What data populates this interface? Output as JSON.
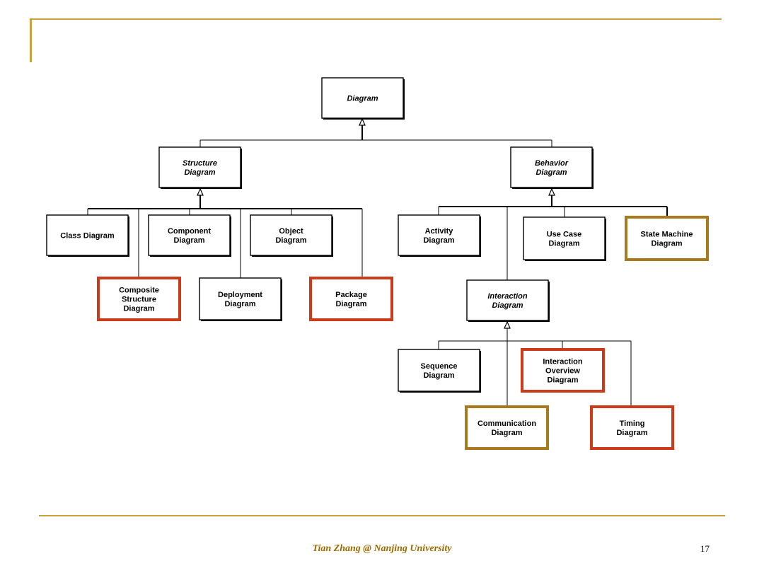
{
  "nodes": [
    {
      "id": "diagram",
      "lines": [
        "Diagram"
      ],
      "italic": true,
      "style": "normal"
    },
    {
      "id": "structure",
      "lines": [
        "Structure",
        "Diagram"
      ],
      "italic": true,
      "style": "normal"
    },
    {
      "id": "behavior",
      "lines": [
        "Behavior",
        "Diagram"
      ],
      "italic": true,
      "style": "normal"
    },
    {
      "id": "class",
      "lines": [
        "Class Diagram"
      ],
      "italic": false,
      "style": "normal"
    },
    {
      "id": "component",
      "lines": [
        "Component",
        "Diagram"
      ],
      "italic": false,
      "style": "normal"
    },
    {
      "id": "object",
      "lines": [
        "Object",
        "Diagram"
      ],
      "italic": false,
      "style": "normal"
    },
    {
      "id": "composite",
      "lines": [
        "Composite",
        "Structure",
        "Diagram"
      ],
      "italic": false,
      "style": "red"
    },
    {
      "id": "deployment",
      "lines": [
        "Deployment",
        "Diagram"
      ],
      "italic": false,
      "style": "normal"
    },
    {
      "id": "package",
      "lines": [
        "Package",
        "Diagram"
      ],
      "italic": false,
      "style": "red"
    },
    {
      "id": "activity",
      "lines": [
        "Activity",
        "Diagram"
      ],
      "italic": false,
      "style": "normal"
    },
    {
      "id": "usecase",
      "lines": [
        "Use Case",
        "Diagram"
      ],
      "italic": false,
      "style": "normal"
    },
    {
      "id": "statemachine",
      "lines": [
        "State Machine",
        "Diagram"
      ],
      "italic": false,
      "style": "gold"
    },
    {
      "id": "interaction",
      "lines": [
        "Interaction",
        "Diagram"
      ],
      "italic": true,
      "style": "normal"
    },
    {
      "id": "sequence",
      "lines": [
        "Sequence",
        "Diagram"
      ],
      "italic": false,
      "style": "normal"
    },
    {
      "id": "interactionoverview",
      "lines": [
        "Interaction",
        "Overview",
        "Diagram"
      ],
      "italic": false,
      "style": "red"
    },
    {
      "id": "communication",
      "lines": [
        "Communication",
        "Diagram"
      ],
      "italic": false,
      "style": "gold"
    },
    {
      "id": "timing",
      "lines": [
        "Timing",
        "Diagram"
      ],
      "italic": false,
      "style": "red"
    }
  ],
  "colors": {
    "red": "#cc3a1a",
    "gold": "#a87a1c",
    "normal": "#000000",
    "frame": "#c9a23a",
    "footer": "#9c6b00"
  },
  "footer": {
    "text": "Tian Zhang @ Nanjing University",
    "page": "17"
  }
}
